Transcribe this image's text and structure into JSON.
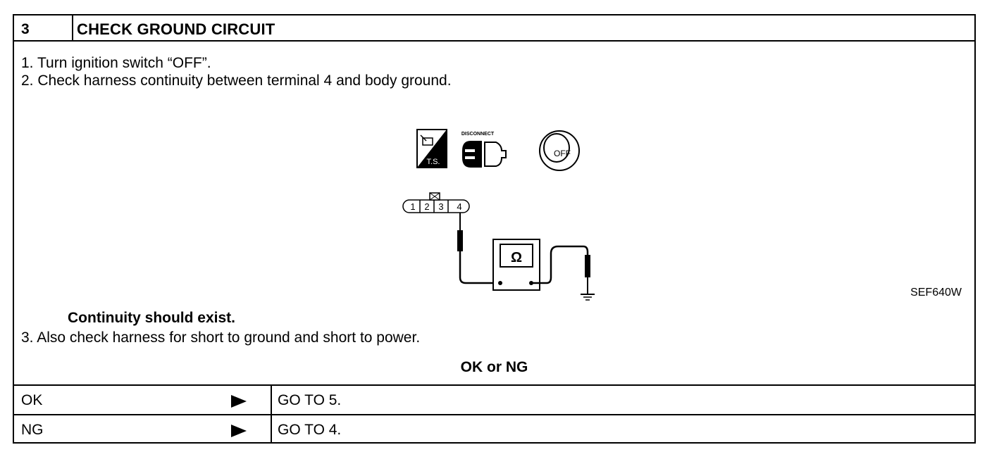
{
  "header": {
    "number": "3",
    "title": "CHECK GROUND CIRCUIT"
  },
  "steps": {
    "s1": "1.  Turn ignition switch “OFF”.",
    "s2": "2.  Check harness continuity between terminal 4 and body ground.",
    "result": "Continuity should exist.",
    "s3": "3.  Also check harness for short to ground and short to power."
  },
  "figure": {
    "ts_label": "T.S.",
    "disconnect_label": "DISCONNECT",
    "off_label": "OFF",
    "terminals": [
      "1",
      "2",
      "3",
      "4"
    ],
    "meter_symbol": "Ω",
    "code": "SEF640W"
  },
  "decision": {
    "label": "OK or NG",
    "rows": [
      {
        "result": "OK",
        "action": "GO TO 5."
      },
      {
        "result": "NG",
        "action": "GO TO 4."
      }
    ]
  }
}
